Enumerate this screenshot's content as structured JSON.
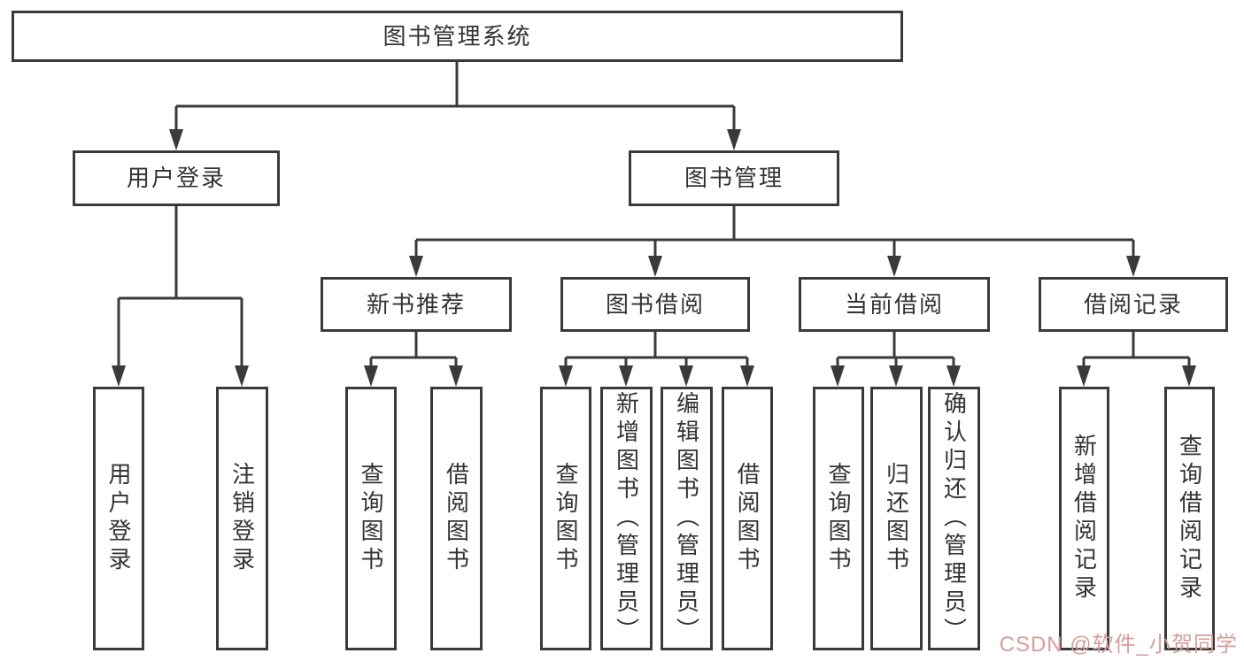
{
  "diagram": {
    "type": "tree",
    "title": "图书管理系统"
  },
  "nodes": {
    "root": "图书管理系统",
    "user_login": "用户登录",
    "book_management": "图书管理",
    "new_book_recommend": "新书推荐",
    "book_borrowing": "图书借阅",
    "current_borrowing": "当前借阅",
    "borrowing_records": "借阅记录",
    "leaf_user_login": "用户登录",
    "leaf_logout": "注销登录",
    "leaf_query_books_nb": "查询图书",
    "leaf_borrow_books_nb": "借阅图书",
    "leaf_query_books_bb": "查询图书",
    "leaf_add_books_admin": "新增图书（管理员）",
    "leaf_edit_books_admin": "编辑图书（管理员）",
    "leaf_borrow_books_bb": "借阅图书",
    "leaf_query_books_cb": "查询图书",
    "leaf_return_books": "归还图书",
    "leaf_confirm_return_admin": "确认归还（管理员）",
    "leaf_add_borrow_record": "新增借阅记录",
    "leaf_query_borrow_record": "查询借阅记录"
  },
  "hierarchy": {
    "图书管理系统": {
      "用户登录": [
        "用户登录",
        "注销登录"
      ],
      "图书管理": {
        "新书推荐": [
          "查询图书",
          "借阅图书"
        ],
        "图书借阅": [
          "查询图书",
          "新增图书（管理员）",
          "编辑图书（管理员）",
          "借阅图书"
        ],
        "当前借阅": [
          "查询图书",
          "归还图书",
          "确认归还（管理员）"
        ],
        "借阅记录": [
          "新增借阅记录",
          "查询借阅记录"
        ]
      }
    }
  },
  "watermark": "CSDN @软件_小贺同学",
  "colors": {
    "line": "#3a3a3a",
    "text": "#333333",
    "box_background": "#ffffff",
    "watermark": "#d79c9c",
    "background": "#ffffff"
  }
}
